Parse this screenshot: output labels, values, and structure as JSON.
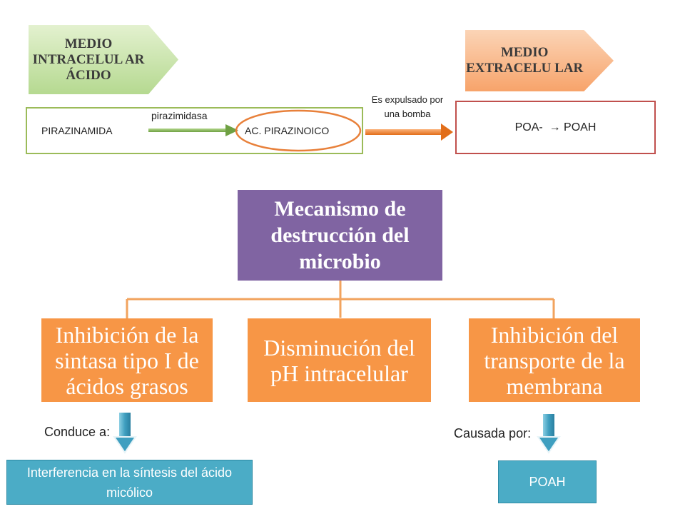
{
  "tags": {
    "intracellular": "MEDIO INTRACELUL AR ÁCIDO",
    "extracellular": "MEDIO EXTRACELU LAR"
  },
  "reaction": {
    "substrate": "PIRAZINAMIDA",
    "enzyme": "pirazimidasa",
    "product": "AC. PIRAZINOICO"
  },
  "pump": {
    "label": "Es expulsado por una bomba"
  },
  "extracellular_box": {
    "text": "POA-  → POAH"
  },
  "tree": {
    "root": "Mecanismo de destrucción del microbio",
    "children": [
      "Inhibición de la sintasa tipo I de ácidos grasos",
      "Disminución del pH intracelular",
      "Inhibición del transporte de la membrana"
    ]
  },
  "left_chain": {
    "connector": "Conduce a:",
    "result": "Interferencia en la síntesis del ácido micólico"
  },
  "right_chain": {
    "connector": "Causada por:",
    "result": "POAH"
  },
  "colors": {
    "green_border": "#9bbb59",
    "red_border": "#c0504d",
    "purple": "#8064a2",
    "orange": "#f79646",
    "teal": "#4bacc6"
  }
}
